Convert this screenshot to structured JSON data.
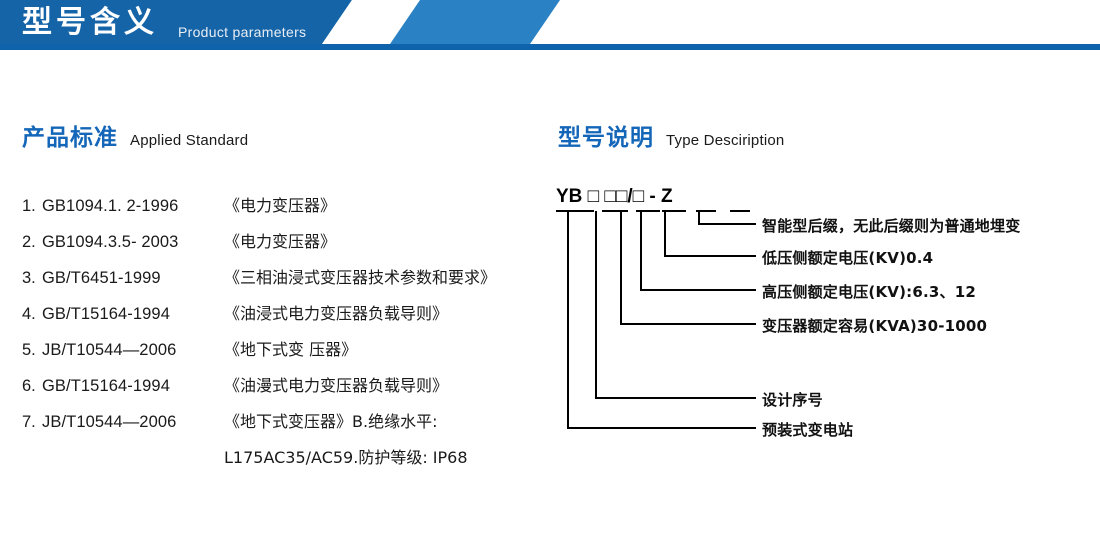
{
  "header": {
    "title_cn": "型号含义",
    "title_en": "Product parameters",
    "bar_color": "#0f62ac",
    "block_color": "#1664a8",
    "accent_color": "#2a81c4"
  },
  "sections": {
    "left": {
      "title_cn": "产品标准",
      "title_en": "Applied Standard",
      "title_color": "#1466b8"
    },
    "right": {
      "title_cn": "型号说明",
      "title_en": "Type Desciription",
      "title_color": "#1466b8"
    }
  },
  "standards": [
    {
      "index": "1.",
      "code": "GB1094.1. 2-1996",
      "name": "《电力变压器》"
    },
    {
      "index": "2.",
      "code": "GB1094.3.5- 2003",
      "name": "《电力变压器》"
    },
    {
      "index": "3.",
      "code": "GB/T6451-1999",
      "name": "《三相油浸式变压器技术参数和要求》"
    },
    {
      "index": "4.",
      "code": "GB/T15164-1994",
      "name": "《油浸式电力变压器负载导则》"
    },
    {
      "index": "5.",
      "code": "JB/T10544—2006",
      "name": "《地下式变 压器》"
    },
    {
      "index": "6.",
      "code": "GB/T15164-1994",
      "name": "《油漫式电力变压器负载导则》"
    },
    {
      "index": "7.",
      "code": "JB/T10544—2006",
      "name": "《地下式变压器》B.绝缘水平:"
    }
  ],
  "standards_continuation": "L175AC35/AC59.防护等级: IP68",
  "type_code": {
    "text": "YB □  □□/□ - Z",
    "segments": [
      "YB",
      "□",
      "□",
      "□",
      "/□",
      "- Z"
    ]
  },
  "type_labels": [
    {
      "id": "suffix",
      "text": "智能型后缀，无此后缀则为普通地埋变"
    },
    {
      "id": "lv-voltage",
      "text": "低压侧额定电压(KV)0.4"
    },
    {
      "id": "hv-voltage",
      "text": "高压侧额定电压(KV):6.3、12"
    },
    {
      "id": "capacity",
      "text": "变压器额定容易(KVA)30-1000"
    },
    {
      "id": "design-no",
      "text": "设计序号"
    },
    {
      "id": "substation",
      "text": "预装式变电站"
    }
  ]
}
